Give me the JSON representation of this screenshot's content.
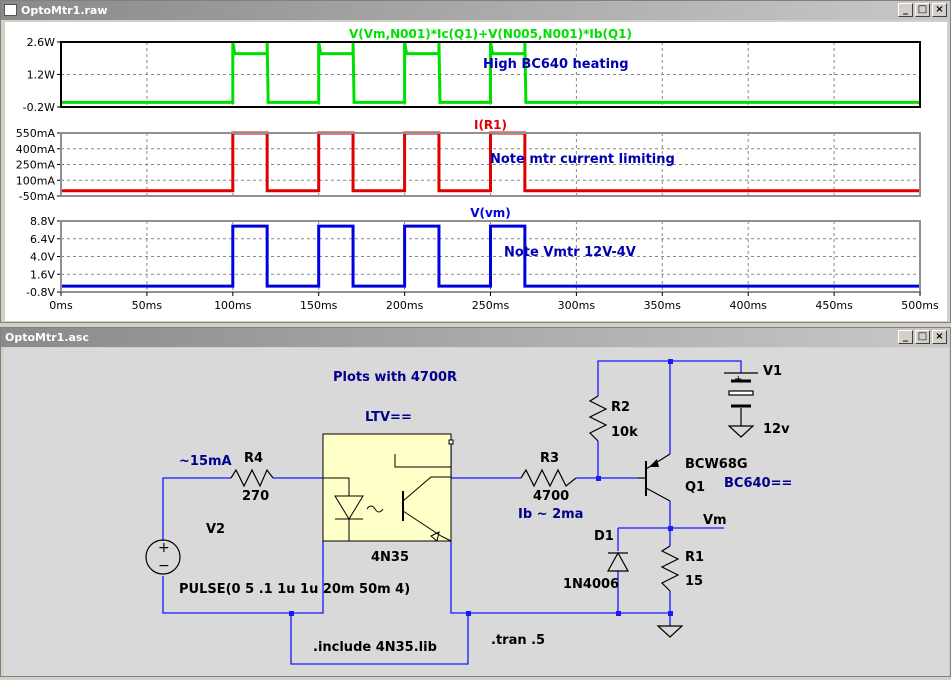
{
  "waveform_window": {
    "title": "OptoMtr1.raw",
    "min_btn": "_",
    "max_btn": "□",
    "close_btn": "×",
    "panes": [
      {
        "trace": "V(Vm,N001)*Ic(Q1)+V(N005,N001)*Ib(Q1)",
        "trace_color": "#00e000",
        "note": "High BC640 heating",
        "ticks": [
          "2.6W",
          "1.2W",
          "-0.2W"
        ],
        "tick_values": [
          2.6,
          1.2,
          -0.2
        ],
        "ylim": [
          -0.2,
          2.6
        ],
        "high": 2.1,
        "low": 0.0,
        "peak": 2.6
      },
      {
        "trace": "I(R1)",
        "trace_color": "#e00000",
        "note": "Note mtr current limiting",
        "ticks": [
          "550mA",
          "400mA",
          "250mA",
          "100mA",
          "-50mA"
        ],
        "tick_values": [
          550,
          400,
          250,
          100,
          -50
        ],
        "ylim": [
          -50,
          550
        ],
        "high": 550,
        "low": 0
      },
      {
        "trace": "V(vm)",
        "trace_color": "#0000e0",
        "note": "Note Vmtr 12V-4V",
        "ticks": [
          "8.8V",
          "6.4V",
          "4.0V",
          "1.6V",
          "-0.8V"
        ],
        "tick_values": [
          8.8,
          6.4,
          4.0,
          1.6,
          -0.8
        ],
        "ylim": [
          -0.8,
          8.8
        ],
        "high": 8.1,
        "low": 0.0
      }
    ],
    "x_ticks": [
      "0ms",
      "50ms",
      "100ms",
      "150ms",
      "200ms",
      "250ms",
      "300ms",
      "350ms",
      "400ms",
      "450ms",
      "500ms"
    ],
    "xlim_ms": [
      0,
      500
    ],
    "pulses_ms": [
      [
        100,
        120
      ],
      [
        150,
        170
      ],
      [
        200,
        220
      ],
      [
        250,
        270
      ]
    ]
  },
  "schematic_window": {
    "title": "OptoMtr1.asc",
    "min_btn": "_",
    "max_btn": "□",
    "close_btn": "×",
    "plots_note": "Plots with 4700R",
    "ltv_label": "LTV==",
    "r4_name": "R4",
    "r4_value": "270",
    "current_note": "~15mA",
    "v2_name": "V2",
    "v2_pulse": "PULSE(0 5 .1 1u 1u 20m 50m 4)",
    "opto_part": "4N35",
    "include": ".include 4N35.lib",
    "tran": ".tran .5",
    "r3_name": "R3",
    "r3_value": "4700",
    "ib_note": "Ib ~ 2ma",
    "r2_name": "R2",
    "r2_value": "10k",
    "q1_model": "BCW68G",
    "q1_name": "Q1",
    "bc640_note": "BC640==",
    "v1_name": "V1",
    "v1_value": "12v",
    "vm_label": "Vm",
    "d1_name": "D1",
    "d1_part": "1N4006",
    "r1_name": "R1",
    "r1_value": "15",
    "plus_sign": "+",
    "minus_sign": "−"
  }
}
